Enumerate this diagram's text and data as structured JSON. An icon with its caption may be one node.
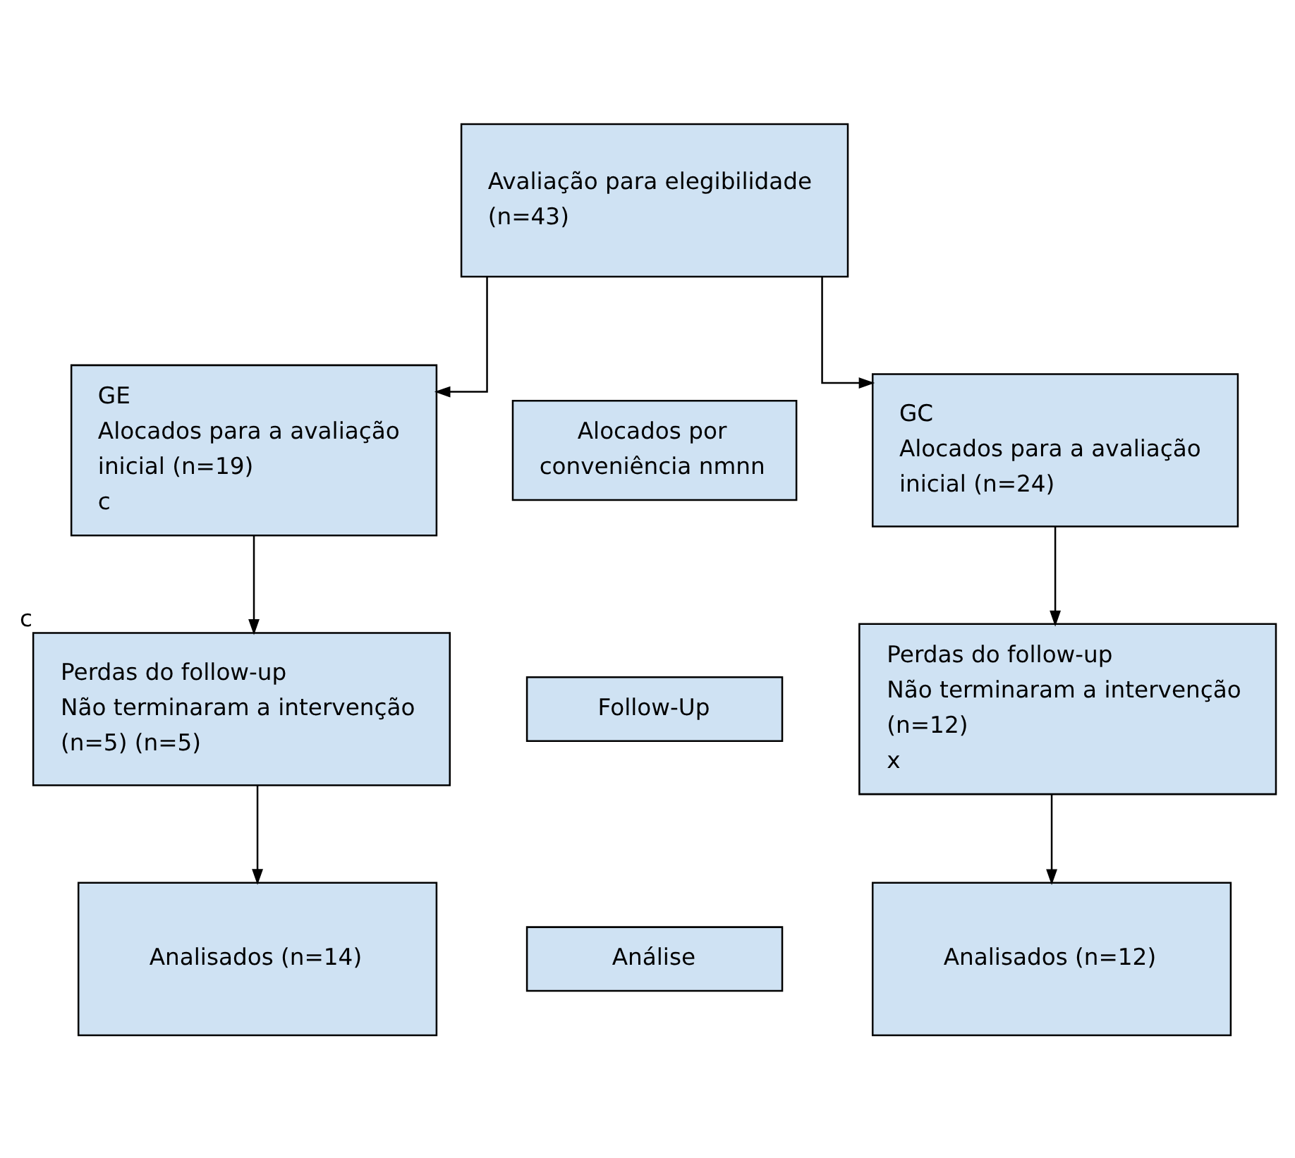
{
  "diagram": {
    "nodes": [
      {
        "text": [
          "Avaliação para elegibilidade (n=43)"
        ]
      },
      {
        "text": [
          "GE",
          "Alocados para a avaliação inicial (n=19)",
          "c"
        ]
      },
      {
        "text": [
          "Alocados por conveniência nmnn"
        ]
      },
      {
        "text": [
          "GC",
          "Alocados para a avaliação inicial (n=24)"
        ]
      },
      {
        "text": [
          "Perdas do follow-up",
          "Não terminaram a intervenção (n=5) (n=5)"
        ],
        "beside": [
          "c"
        ]
      },
      {
        "text": [
          "Follow-Up"
        ]
      },
      {
        "text": [
          "Perdas do follow-up",
          "Não terminaram a intervenção (n=12)",
          "x"
        ]
      },
      {
        "text": [
          "Analisados (n=14)"
        ]
      },
      {
        "text": [
          "Análise"
        ]
      },
      {
        "text": [
          "Analisados (n=12)"
        ]
      }
    ],
    "edges": [
      {
        "from": 0,
        "to": 1,
        "arrow": "to"
      },
      {
        "from": 0,
        "to": 3,
        "arrow": "to"
      },
      {
        "from": 1,
        "to": 4,
        "arrow": "to"
      },
      {
        "from": 3,
        "to": 6,
        "arrow": "to"
      },
      {
        "from": 4,
        "to": 7,
        "arrow": "to"
      },
      {
        "from": 6,
        "to": 9,
        "arrow": "to"
      }
    ]
  }
}
